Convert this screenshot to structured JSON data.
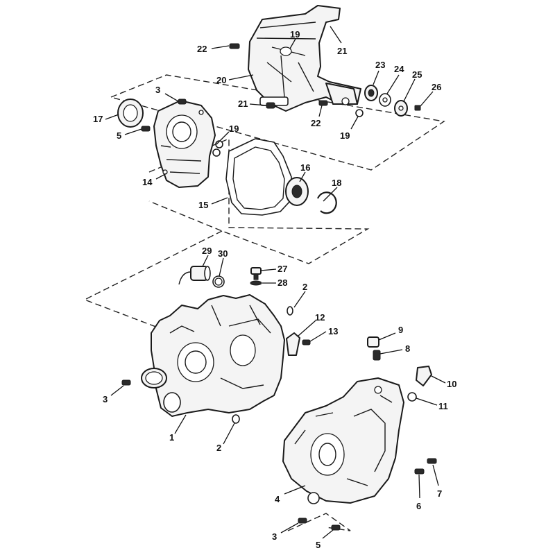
{
  "callouts": [
    {
      "id": "c22a",
      "label": "22"
    },
    {
      "id": "c19a",
      "label": "19"
    },
    {
      "id": "c21a",
      "label": "21"
    },
    {
      "id": "c20",
      "label": "20"
    },
    {
      "id": "c23",
      "label": "23"
    },
    {
      "id": "c24",
      "label": "24"
    },
    {
      "id": "c25",
      "label": "25"
    },
    {
      "id": "c26",
      "label": "26"
    },
    {
      "id": "c21b",
      "label": "21"
    },
    {
      "id": "c22b",
      "label": "22"
    },
    {
      "id": "c19b",
      "label": "19"
    },
    {
      "id": "c3a",
      "label": "3"
    },
    {
      "id": "c17",
      "label": "17"
    },
    {
      "id": "c5a",
      "label": "5"
    },
    {
      "id": "c19c",
      "label": "19"
    },
    {
      "id": "c14",
      "label": "14"
    },
    {
      "id": "c16",
      "label": "16"
    },
    {
      "id": "c18",
      "label": "18"
    },
    {
      "id": "c15",
      "label": "15"
    },
    {
      "id": "c29",
      "label": "29"
    },
    {
      "id": "c30",
      "label": "30"
    },
    {
      "id": "c27",
      "label": "27"
    },
    {
      "id": "c28",
      "label": "28"
    },
    {
      "id": "c2a",
      "label": "2"
    },
    {
      "id": "c12",
      "label": "12"
    },
    {
      "id": "c13",
      "label": "13"
    },
    {
      "id": "c9",
      "label": "9"
    },
    {
      "id": "c8",
      "label": "8"
    },
    {
      "id": "c10",
      "label": "10"
    },
    {
      "id": "c11",
      "label": "11"
    },
    {
      "id": "c3b",
      "label": "3"
    },
    {
      "id": "c1",
      "label": "1"
    },
    {
      "id": "c2b",
      "label": "2"
    },
    {
      "id": "c7",
      "label": "7"
    },
    {
      "id": "c6",
      "label": "6"
    },
    {
      "id": "c4",
      "label": "4"
    },
    {
      "id": "c3c",
      "label": "3"
    },
    {
      "id": "c5b",
      "label": "5"
    }
  ]
}
